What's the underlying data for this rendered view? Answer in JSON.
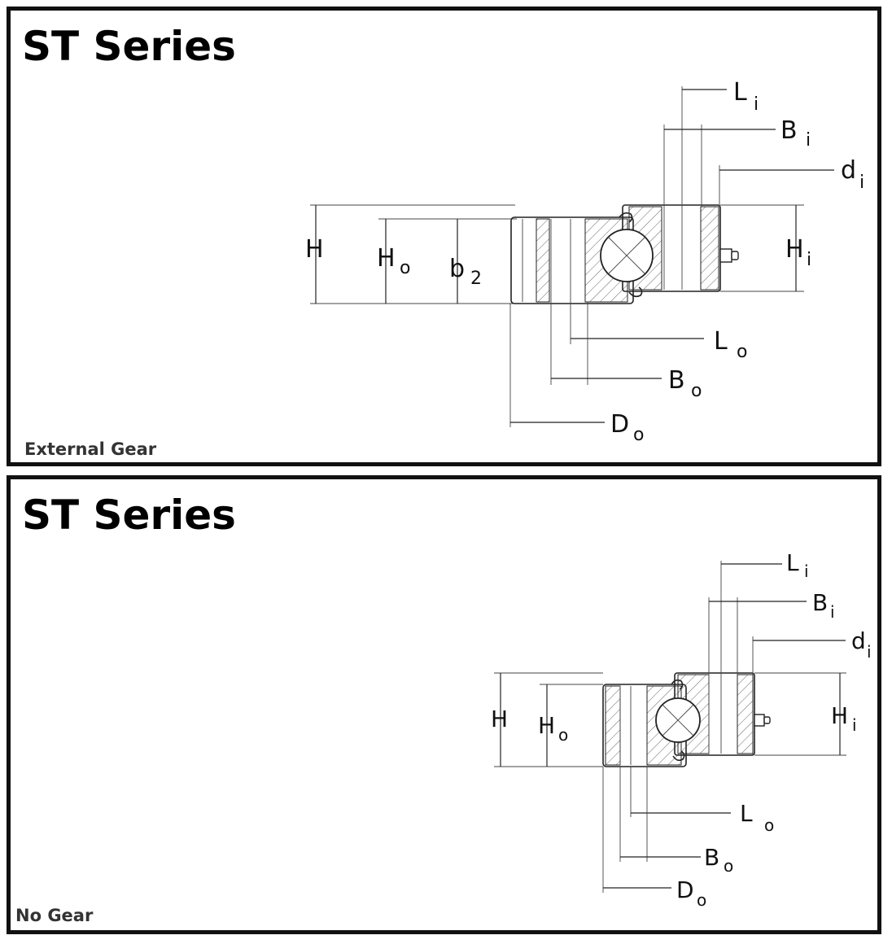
{
  "panels": [
    {
      "title": "ST Series",
      "caption": "External Gear",
      "labels": {
        "L": "L",
        "L_sub": "i",
        "B": "B",
        "B_sub": "i",
        "d": "d",
        "d_sub": "i",
        "H": "H",
        "Ho": "H",
        "Ho_sub": "o",
        "b": "b",
        "b_sub": "2",
        "Hi": "H",
        "Hi_sub": "i",
        "Lo": "L",
        "Lo_sub": "o",
        "Bo": "B",
        "Bo_sub": "o",
        "Do": "D",
        "Do_sub": "o"
      }
    },
    {
      "title": "ST Series",
      "caption": "No Gear",
      "labels": {
        "L": "L",
        "L_sub": "i",
        "B": "B",
        "B_sub": "i",
        "d": "d",
        "d_sub": "i",
        "H": "H",
        "Ho": "H",
        "Ho_sub": "o",
        "Hi": "H",
        "Hi_sub": "i",
        "Lo": "L",
        "Lo_sub": "o",
        "Bo": "B",
        "Bo_sub": "o",
        "Do": "D",
        "Do_sub": "o"
      }
    }
  ]
}
